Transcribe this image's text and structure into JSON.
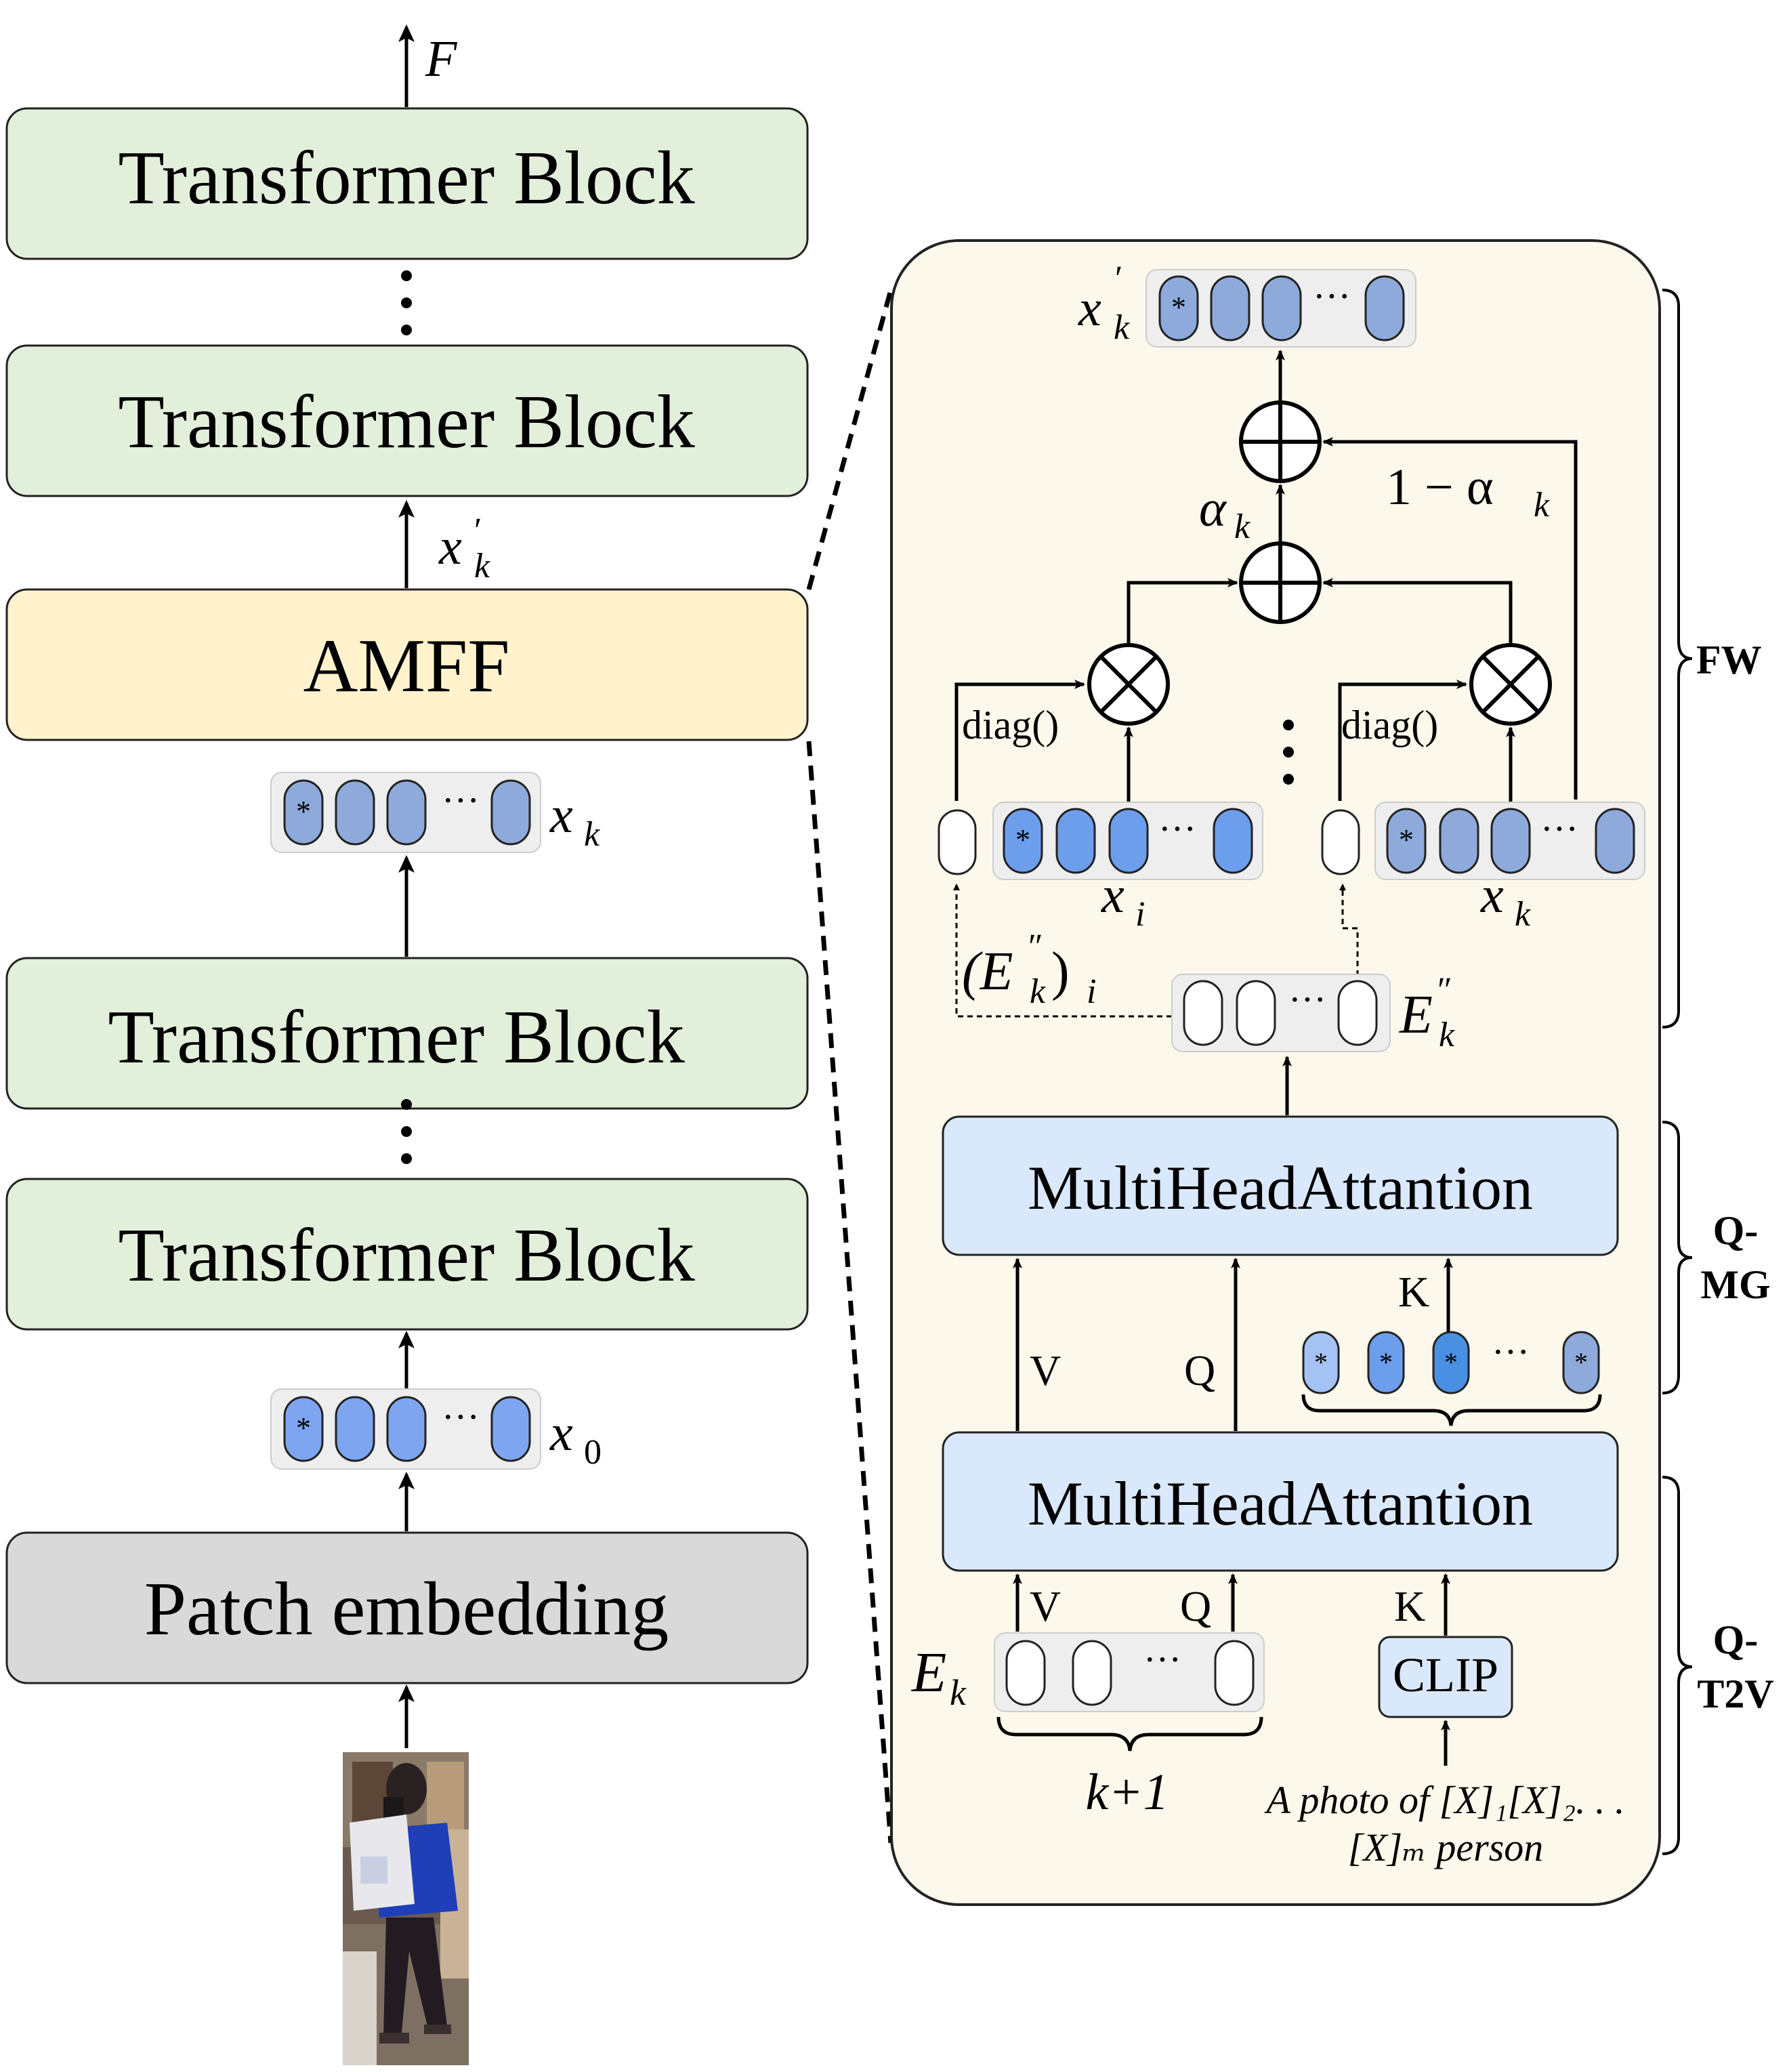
{
  "left": {
    "output_label": "F",
    "blocks": {
      "tb_top": "Transformer Block",
      "tb_upper": "Transformer Block",
      "amff": "AMFF",
      "tb_lower": "Transformer Block",
      "tb_bottom": "Transformer Block",
      "patch": "Patch embedding"
    },
    "labels": {
      "xk_prime": "x",
      "xk_prime_sub": "k",
      "xk_prime_sup": "′",
      "xk": "x",
      "xk_sub": "k",
      "x0": "x",
      "x0_sub": "0"
    }
  },
  "right": {
    "top_label": "x",
    "top_label_sub": "k",
    "top_label_sup": "′",
    "alpha": "α",
    "alpha_sub": "k",
    "one_minus": "1 − α",
    "one_minus_sub": "k",
    "diag_left": "diag()",
    "diag_right": "diag()",
    "xi": "x",
    "xi_sub": "i",
    "xk": "x",
    "xk_sub": "k",
    "ek_i": "(E",
    "ek_i_sup": "″",
    "ek_i_sub": "k",
    "ek_i_tail": ")",
    "ek_i_tail_sub": "i",
    "ek2": "E",
    "ek2_sup": "″",
    "ek2_sub": "k",
    "mha_top": "MultiHeadAttantion",
    "mha_bottom": "MultiHeadAttantion",
    "v_label": "V",
    "q_label": "Q",
    "k_label": "K",
    "v_label2": "V",
    "q_label2": "Q",
    "k_label2": "K",
    "ek": "E",
    "ek_sub": "k",
    "k_plus_1": "k+1",
    "clip": "CLIP",
    "prompt_line1": "A photo of [X]₁[X]₂. . .",
    "prompt_line2": "[X]ₘ person",
    "brackets": {
      "fw": "FW",
      "qmg1": "Q-",
      "qmg2": "MG",
      "qt2v1": "Q-",
      "qt2v2": "T2V"
    }
  },
  "colors": {
    "green_block": "#e2efda",
    "amff": "#fff2cc",
    "patch": "#d9d9d9",
    "panel_bg": "#fdf8ec",
    "mha": "#dae8fc",
    "token_strip": "#eeeeee",
    "token_gray_blue": "#8eaadb",
    "token_blue": "#6d9eeb",
    "token_bright": "#4a90e2"
  }
}
